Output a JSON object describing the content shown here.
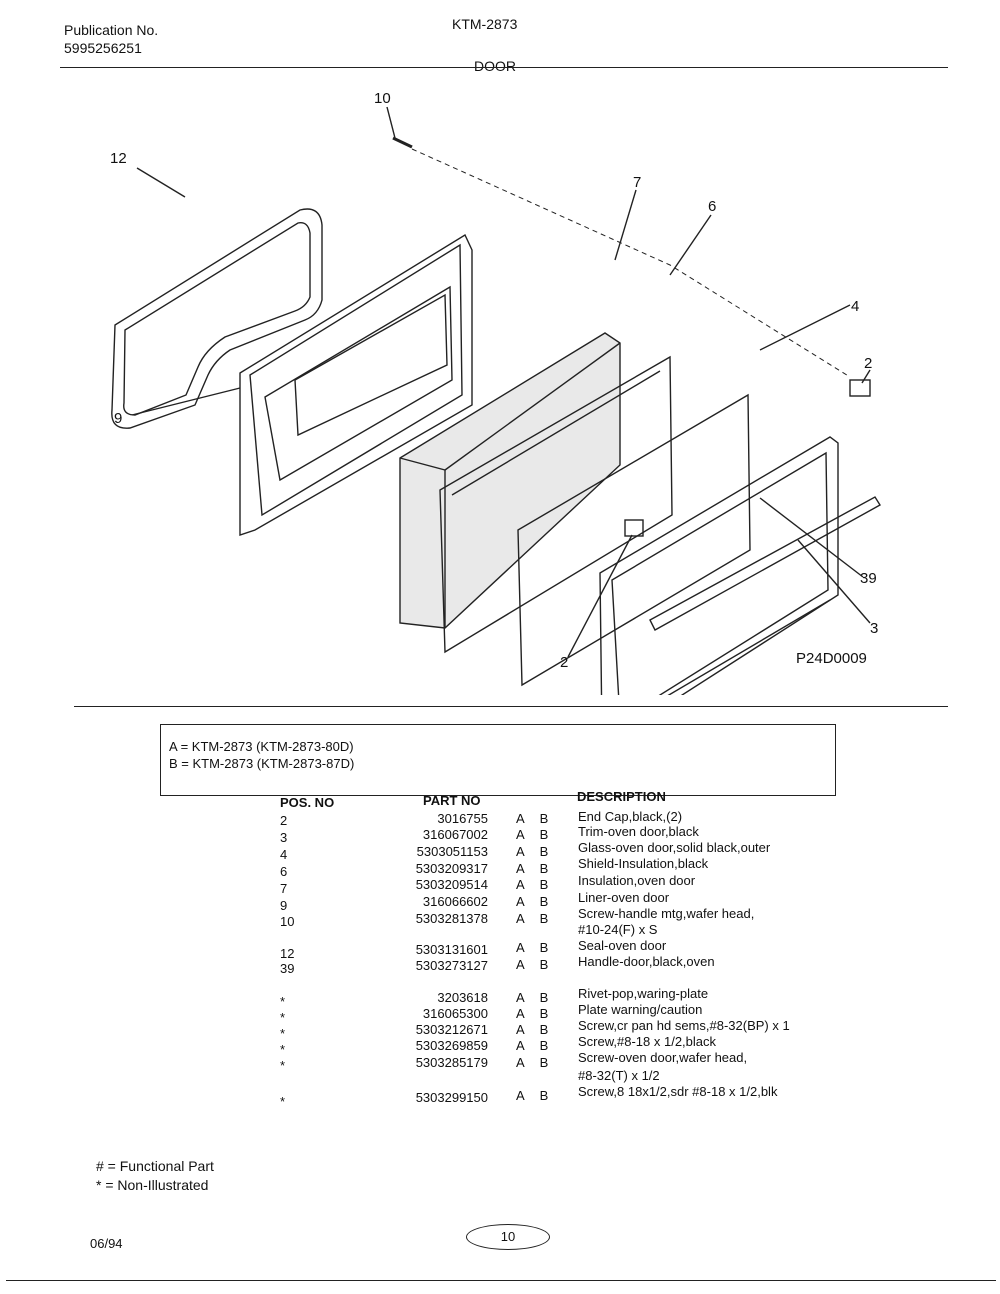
{
  "header": {
    "publication_label": "Publication No.",
    "publication_number": "5995256251",
    "model": "KTM-2873",
    "section": "DOOR"
  },
  "diagram": {
    "drawing_id": "P24D0009",
    "callouts": [
      "10",
      "12",
      "7",
      "6",
      "4",
      "2",
      "9",
      "39",
      "3",
      "2"
    ]
  },
  "legend": {
    "line_a": "A  =  KTM-2873 (KTM-2873-80D)",
    "line_b": "B  =  KTM-2873 (KTM-2873-87D)"
  },
  "table": {
    "headers": {
      "pos": "POS. NO",
      "part": "PART NO",
      "desc": "DESCRIPTION"
    },
    "rows": [
      {
        "pos": "2",
        "part": "3016755",
        "ab": "A B",
        "desc": "End Cap,black,(2)"
      },
      {
        "pos": "3",
        "part": "316067002",
        "ab": "A B",
        "desc": "Trim-oven door,black"
      },
      {
        "pos": "4",
        "part": "5303051153",
        "ab": "A B",
        "desc": "Glass-oven door,solid black,outer"
      },
      {
        "pos": "6",
        "part": "5303209317",
        "ab": "A B",
        "desc": "Shield-Insulation,black"
      },
      {
        "pos": "7",
        "part": "5303209514",
        "ab": "A B",
        "desc": "Insulation,oven door"
      },
      {
        "pos": "9",
        "part": "316066602",
        "ab": "A B",
        "desc": "Liner-oven door"
      },
      {
        "pos": "10",
        "part": "5303281378",
        "ab": "A B",
        "desc": "Screw-handle mtg,wafer head,",
        "desc2": "#10-24(F) x S"
      },
      {
        "pos": "12",
        "part": "5303131601",
        "ab": "A B",
        "desc": "Seal-oven door"
      },
      {
        "pos": "39",
        "part": "5303273127",
        "ab": "A B",
        "desc": "Handle-door,black,oven"
      },
      {
        "pos": "*",
        "part": "3203618",
        "ab": "A B",
        "desc": "Rivet-pop,waring-plate"
      },
      {
        "pos": "*",
        "part": "316065300",
        "ab": "A B",
        "desc": "Plate warning/caution"
      },
      {
        "pos": "*",
        "part": "5303212671",
        "ab": "A B",
        "desc": "Screw,cr pan hd sems,#8-32(BP) x 1"
      },
      {
        "pos": "*",
        "part": "5303269859",
        "ab": "A B",
        "desc": "Screw,#8-18 x 1/2,black"
      },
      {
        "pos": "*",
        "part": "5303285179",
        "ab": "A B",
        "desc": "Screw-oven door,wafer head,",
        "desc2": "#8-32(T) x 1/2"
      },
      {
        "pos": "*",
        "part": "5303299150",
        "ab": "A B",
        "desc": "Screw,8 18x1/2,sdr #8-18 x 1/2,blk"
      }
    ]
  },
  "footer": {
    "functional": "# = Functional Part",
    "non_illustrated": "* = Non-Illustrated",
    "date": "06/94",
    "page": "10"
  }
}
